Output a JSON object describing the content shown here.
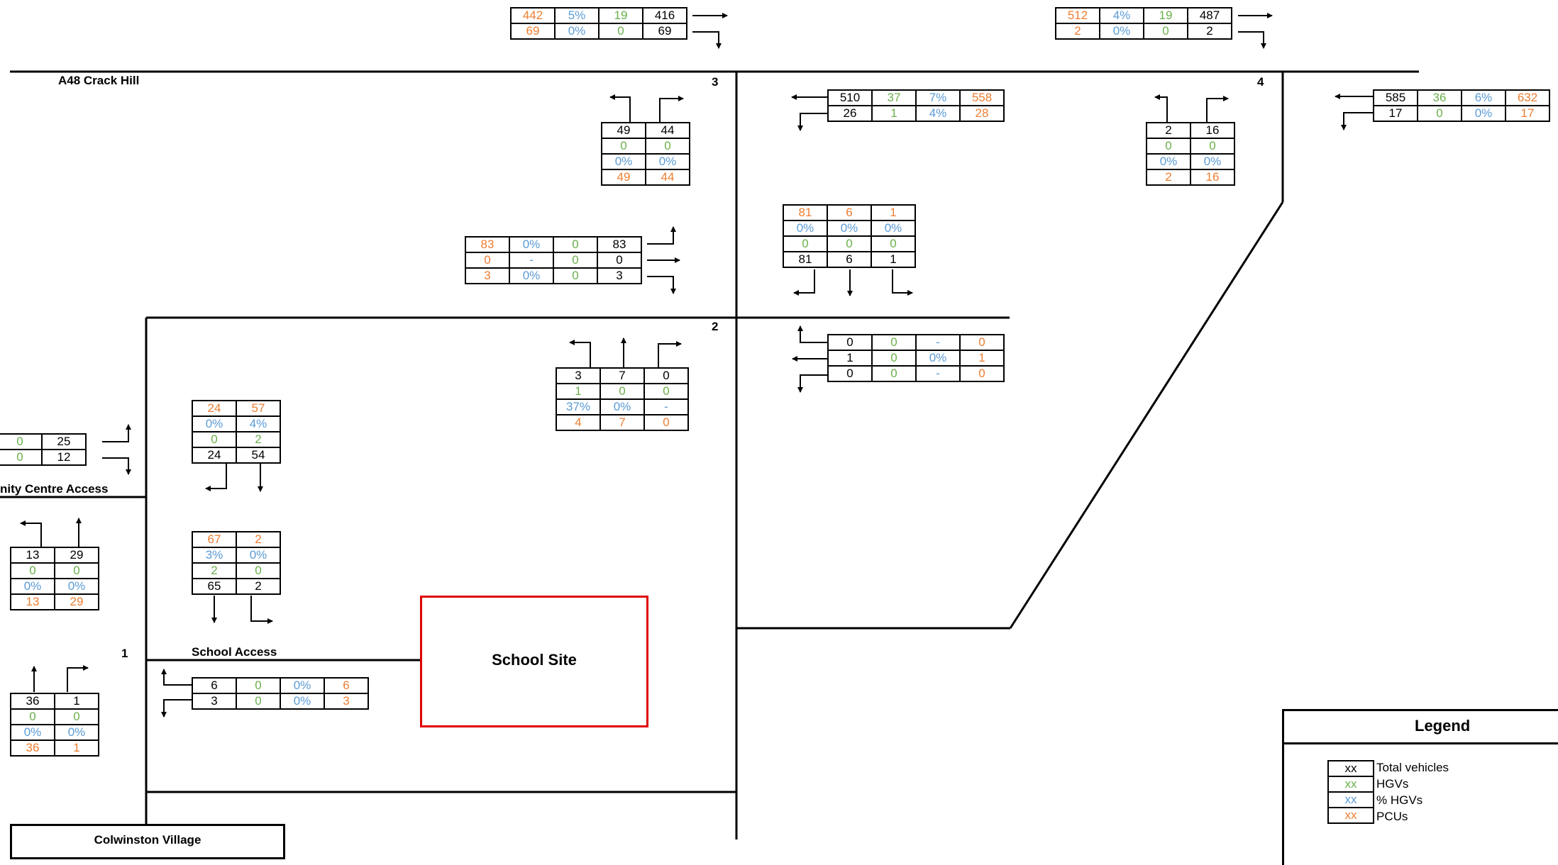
{
  "labels": {
    "road_a48": "A48 Crack Hill",
    "community_access": "nity Centre Access",
    "school_access": "School Access",
    "school_site": "School Site",
    "colwinston_village": "Colwinston Village",
    "junction_1": "1",
    "junction_2": "2",
    "junction_3": "3",
    "junction_4": "4"
  },
  "legend": {
    "title": "Legend",
    "placeholder": "xx",
    "total": "Total vehicles",
    "hgv": "HGVs",
    "pct": "% HGVs",
    "pcu": "PCUs"
  },
  "colors": {
    "total": "#000000",
    "hgv": "#6ab04c",
    "pct": "#5b9bd5",
    "pcu": "#ed7d31",
    "school_site_border": "#e00000"
  },
  "count_boxes": [
    {
      "id": "j3-west-approach",
      "rows": [
        [
          {
            "v": "442",
            "k": "c"
          },
          {
            "v": "5%",
            "k": "p"
          },
          {
            "v": "19",
            "k": "h"
          },
          {
            "v": "416",
            "k": "t"
          }
        ],
        [
          {
            "v": "69",
            "k": "c"
          },
          {
            "v": "0%",
            "k": "p"
          },
          {
            "v": "0",
            "k": "h"
          },
          {
            "v": "69",
            "k": "t"
          }
        ]
      ]
    },
    {
      "id": "j4-west-approach",
      "rows": [
        [
          {
            "v": "512",
            "k": "c"
          },
          {
            "v": "4%",
            "k": "p"
          },
          {
            "v": "19",
            "k": "h"
          },
          {
            "v": "487",
            "k": "t"
          }
        ],
        [
          {
            "v": "2",
            "k": "c"
          },
          {
            "v": "0%",
            "k": "p"
          },
          {
            "v": "0",
            "k": "h"
          },
          {
            "v": "2",
            "k": "t"
          }
        ]
      ]
    },
    {
      "id": "j3-south-approach",
      "rows": [
        [
          {
            "v": "49",
            "k": "t"
          },
          {
            "v": "44",
            "k": "t"
          }
        ],
        [
          {
            "v": "0",
            "k": "h"
          },
          {
            "v": "0",
            "k": "h"
          }
        ],
        [
          {
            "v": "0%",
            "k": "p"
          },
          {
            "v": "0%",
            "k": "p"
          }
        ],
        [
          {
            "v": "49",
            "k": "c"
          },
          {
            "v": "44",
            "k": "c"
          }
        ]
      ]
    },
    {
      "id": "j3-east-approach",
      "rows": [
        [
          {
            "v": "510",
            "k": "t"
          },
          {
            "v": "37",
            "k": "h"
          },
          {
            "v": "7%",
            "k": "p"
          },
          {
            "v": "558",
            "k": "c"
          }
        ],
        [
          {
            "v": "26",
            "k": "t"
          },
          {
            "v": "1",
            "k": "h"
          },
          {
            "v": "4%",
            "k": "p"
          },
          {
            "v": "28",
            "k": "c"
          }
        ]
      ]
    },
    {
      "id": "j4-south-approach",
      "rows": [
        [
          {
            "v": "2",
            "k": "t"
          },
          {
            "v": "16",
            "k": "t"
          }
        ],
        [
          {
            "v": "0",
            "k": "h"
          },
          {
            "v": "0",
            "k": "h"
          }
        ],
        [
          {
            "v": "0%",
            "k": "p"
          },
          {
            "v": "0%",
            "k": "p"
          }
        ],
        [
          {
            "v": "2",
            "k": "c"
          },
          {
            "v": "16",
            "k": "c"
          }
        ]
      ]
    },
    {
      "id": "j4-east-approach",
      "rows": [
        [
          {
            "v": "585",
            "k": "t"
          },
          {
            "v": "36",
            "k": "h"
          },
          {
            "v": "6%",
            "k": "p"
          },
          {
            "v": "632",
            "k": "c"
          }
        ],
        [
          {
            "v": "17",
            "k": "t"
          },
          {
            "v": "0",
            "k": "h"
          },
          {
            "v": "0%",
            "k": "p"
          },
          {
            "v": "17",
            "k": "c"
          }
        ]
      ]
    },
    {
      "id": "j2-north-west-approach",
      "rows": [
        [
          {
            "v": "83",
            "k": "c"
          },
          {
            "v": "0%",
            "k": "p"
          },
          {
            "v": "0",
            "k": "h"
          },
          {
            "v": "83",
            "k": "t"
          }
        ],
        [
          {
            "v": "0",
            "k": "c"
          },
          {
            "v": "-",
            "k": "p"
          },
          {
            "v": "0",
            "k": "h"
          },
          {
            "v": "0",
            "k": "t"
          }
        ],
        [
          {
            "v": "3",
            "k": "c"
          },
          {
            "v": "0%",
            "k": "p"
          },
          {
            "v": "0",
            "k": "h"
          },
          {
            "v": "3",
            "k": "t"
          }
        ]
      ]
    },
    {
      "id": "j2-north-east-approach",
      "rows": [
        [
          {
            "v": "81",
            "k": "c"
          },
          {
            "v": "6",
            "k": "c"
          },
          {
            "v": "1",
            "k": "c"
          }
        ],
        [
          {
            "v": "0%",
            "k": "p"
          },
          {
            "v": "0%",
            "k": "p"
          },
          {
            "v": "0%",
            "k": "p"
          }
        ],
        [
          {
            "v": "0",
            "k": "h"
          },
          {
            "v": "0",
            "k": "h"
          },
          {
            "v": "0",
            "k": "h"
          }
        ],
        [
          {
            "v": "81",
            "k": "t"
          },
          {
            "v": "6",
            "k": "t"
          },
          {
            "v": "1",
            "k": "t"
          }
        ]
      ]
    },
    {
      "id": "j2-south-approach",
      "rows": [
        [
          {
            "v": "3",
            "k": "t"
          },
          {
            "v": "7",
            "k": "t"
          },
          {
            "v": "0",
            "k": "t"
          }
        ],
        [
          {
            "v": "1",
            "k": "h"
          },
          {
            "v": "0",
            "k": "h"
          },
          {
            "v": "0",
            "k": "h"
          }
        ],
        [
          {
            "v": "37%",
            "k": "p"
          },
          {
            "v": "0%",
            "k": "p"
          },
          {
            "v": "-",
            "k": "p"
          }
        ],
        [
          {
            "v": "4",
            "k": "c"
          },
          {
            "v": "7",
            "k": "c"
          },
          {
            "v": "0",
            "k": "c"
          }
        ]
      ]
    },
    {
      "id": "j2-east-approach",
      "rows": [
        [
          {
            "v": "0",
            "k": "t"
          },
          {
            "v": "0",
            "k": "h"
          },
          {
            "v": "-",
            "k": "p"
          },
          {
            "v": "0",
            "k": "c"
          }
        ],
        [
          {
            "v": "1",
            "k": "t"
          },
          {
            "v": "0",
            "k": "h"
          },
          {
            "v": "0%",
            "k": "p"
          },
          {
            "v": "1",
            "k": "c"
          }
        ],
        [
          {
            "v": "0",
            "k": "t"
          },
          {
            "v": "0",
            "k": "h"
          },
          {
            "v": "-",
            "k": "p"
          },
          {
            "v": "0",
            "k": "c"
          }
        ]
      ]
    },
    {
      "id": "community-access-approach",
      "rows": [
        [
          {
            "v": "0",
            "k": "h"
          },
          {
            "v": "25",
            "k": "t"
          }
        ],
        [
          {
            "v": "0",
            "k": "h"
          },
          {
            "v": "12",
            "k": "t"
          }
        ]
      ]
    },
    {
      "id": "j1-north-approach-upper",
      "rows": [
        [
          {
            "v": "24",
            "k": "c"
          },
          {
            "v": "57",
            "k": "c"
          }
        ],
        [
          {
            "v": "0%",
            "k": "p"
          },
          {
            "v": "4%",
            "k": "p"
          }
        ],
        [
          {
            "v": "0",
            "k": "h"
          },
          {
            "v": "2",
            "k": "h"
          }
        ],
        [
          {
            "v": "24",
            "k": "t"
          },
          {
            "v": "54",
            "k": "t"
          }
        ]
      ]
    },
    {
      "id": "community-access-south",
      "rows": [
        [
          {
            "v": "13",
            "k": "t"
          },
          {
            "v": "29",
            "k": "t"
          }
        ],
        [
          {
            "v": "0",
            "k": "h"
          },
          {
            "v": "0",
            "k": "h"
          }
        ],
        [
          {
            "v": "0%",
            "k": "p"
          },
          {
            "v": "0%",
            "k": "p"
          }
        ],
        [
          {
            "v": "13",
            "k": "c"
          },
          {
            "v": "29",
            "k": "c"
          }
        ]
      ]
    },
    {
      "id": "j1-north-approach",
      "rows": [
        [
          {
            "v": "67",
            "k": "c"
          },
          {
            "v": "2",
            "k": "c"
          }
        ],
        [
          {
            "v": "3%",
            "k": "p"
          },
          {
            "v": "0%",
            "k": "p"
          }
        ],
        [
          {
            "v": "2",
            "k": "h"
          },
          {
            "v": "0",
            "k": "h"
          }
        ],
        [
          {
            "v": "65",
            "k": "t"
          },
          {
            "v": "2",
            "k": "t"
          }
        ]
      ]
    },
    {
      "id": "school-access-approach",
      "rows": [
        [
          {
            "v": "6",
            "k": "t"
          },
          {
            "v": "0",
            "k": "h"
          },
          {
            "v": "0%",
            "k": "p"
          },
          {
            "v": "6",
            "k": "c"
          }
        ],
        [
          {
            "v": "3",
            "k": "t"
          },
          {
            "v": "0",
            "k": "h"
          },
          {
            "v": "0%",
            "k": "p"
          },
          {
            "v": "3",
            "k": "c"
          }
        ]
      ]
    },
    {
      "id": "j1-south-approach",
      "rows": [
        [
          {
            "v": "36",
            "k": "t"
          },
          {
            "v": "1",
            "k": "t"
          }
        ],
        [
          {
            "v": "0",
            "k": "h"
          },
          {
            "v": "0",
            "k": "h"
          }
        ],
        [
          {
            "v": "0%",
            "k": "p"
          },
          {
            "v": "0%",
            "k": "p"
          }
        ],
        [
          {
            "v": "36",
            "k": "c"
          },
          {
            "v": "1",
            "k": "c"
          }
        ]
      ]
    }
  ]
}
